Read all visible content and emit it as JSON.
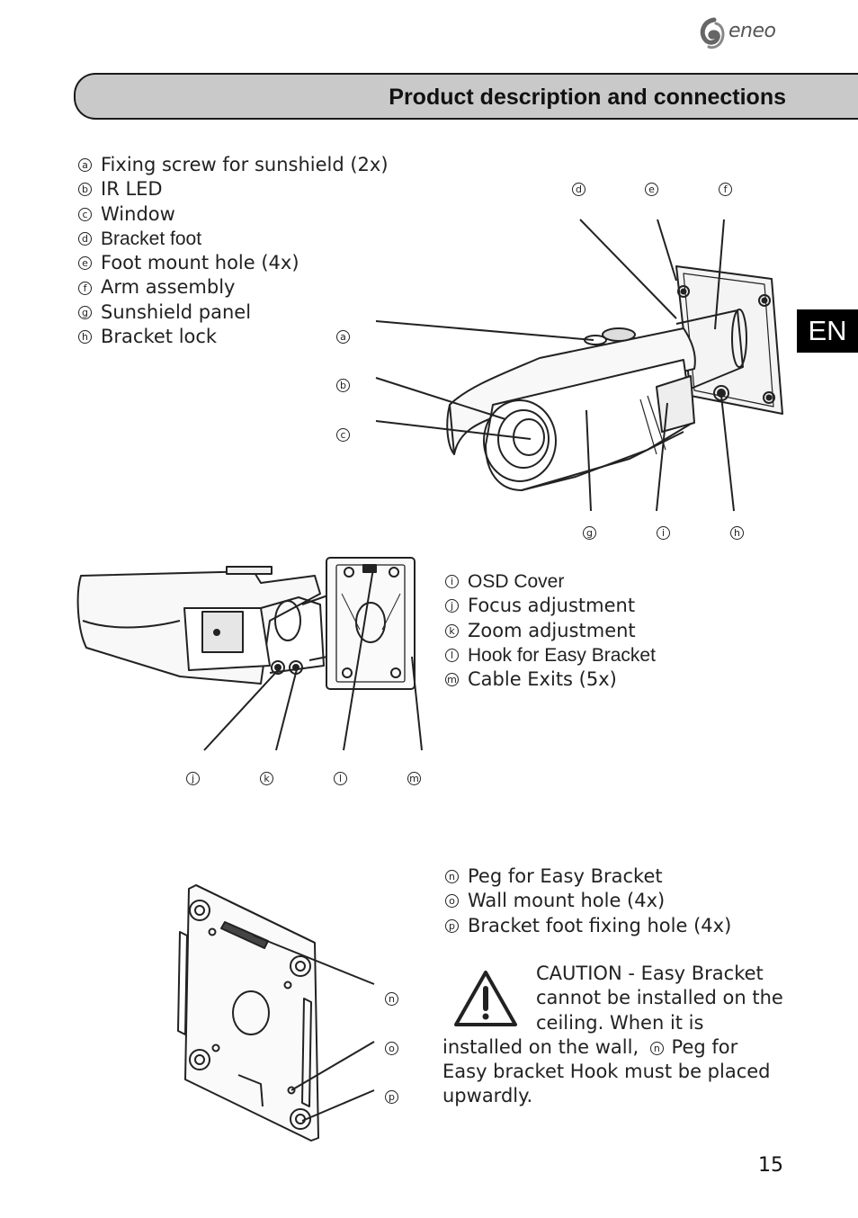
{
  "brand": {
    "logo_text": "eneo"
  },
  "header": {
    "title": "Product description and connections"
  },
  "lang_tab": {
    "label": "EN"
  },
  "list_top": [
    {
      "key": "a",
      "label": "Fixing screw for sunshield (2x)"
    },
    {
      "key": "b",
      "label": "IR LED"
    },
    {
      "key": "c",
      "label": "Window"
    },
    {
      "key": "d",
      "label": "Bracket foot"
    },
    {
      "key": "e",
      "label": "Foot mount hole (4x)"
    },
    {
      "key": "f",
      "label": "Arm assembly"
    },
    {
      "key": "g",
      "label": "Sunshield panel"
    },
    {
      "key": "h",
      "label": "Bracket lock"
    }
  ],
  "list_middle": [
    {
      "key": "i",
      "label": "OSD Cover"
    },
    {
      "key": "j",
      "label": "Focus adjustment"
    },
    {
      "key": "k",
      "label": "Zoom adjustment"
    },
    {
      "key": "l",
      "label": "Hook for Easy Bracket"
    },
    {
      "key": "m",
      "label": "Cable Exits (5x)"
    }
  ],
  "list_bottom": [
    {
      "key": "n",
      "label": "Peg for Easy Bracket"
    },
    {
      "key": "o",
      "label": "Wall mount hole (4x)"
    },
    {
      "key": "p",
      "label": "Bracket foot fixing hole (4x)"
    }
  ],
  "callouts": {
    "a": "a",
    "b": "b",
    "c": "c",
    "d": "d",
    "e": "e",
    "f": "f",
    "g": "g",
    "h": "h",
    "i": "i",
    "j": "j",
    "k": "k",
    "l": "l",
    "m": "m",
    "n": "n",
    "o": "o",
    "p": "p"
  },
  "caution": {
    "text_1": "CAUTION - Easy Bracket cannot be installed on the ceiling. When it is installed on the wall,",
    "ref_key": "n",
    "text_2": "Peg for Easy bracket Hook must be placed upwardly."
  },
  "page_number": "15"
}
